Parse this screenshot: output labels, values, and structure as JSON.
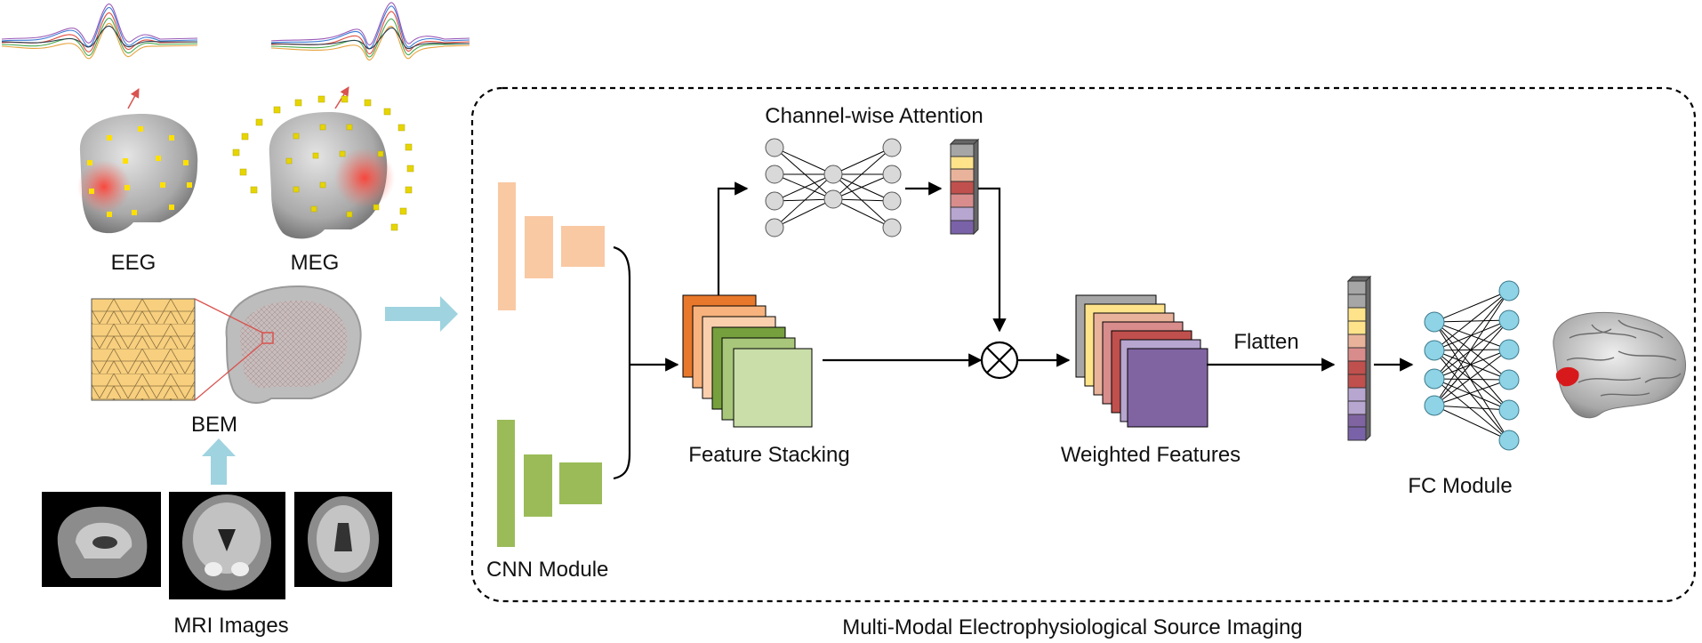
{
  "left_panel": {
    "eeg_label": "EEG",
    "meg_label": "MEG",
    "bem_label": "BEM",
    "mri_label": "MRI Images"
  },
  "network": {
    "cnn_label": "CNN Module",
    "attention_label": "Channel-wise Attention",
    "stacking_label": "Feature Stacking",
    "weighted_label": "Weighted Features",
    "flatten_label": "Flatten",
    "fc_label": "FC Module",
    "caption": "Multi-Modal Electrophysiological Source Imaging"
  },
  "colors": {
    "arrow_blue": "#9fd3e0",
    "cnn_orange": "#f9c9a3",
    "cnn_green": "#9bbb59",
    "fc_node": "#8ed3e6",
    "attention_node": "#d9d9d9",
    "vector_cells": [
      "#a6a6a6",
      "#ffe38a",
      "#e9b39b",
      "#d98c8c",
      "#c0504d",
      "#b7a6d0",
      "#7a62a8"
    ],
    "stack_colors": [
      "#e8782b",
      "#f7b27d",
      "#f9cfae",
      "#76a03e",
      "#a8c77a",
      "#c9dea8"
    ],
    "weighted_colors": [
      "#a6a6a6",
      "#ffe38a",
      "#e9b39b",
      "#d98c8c",
      "#c0504d",
      "#b7a6d0",
      "#8064a2"
    ]
  }
}
